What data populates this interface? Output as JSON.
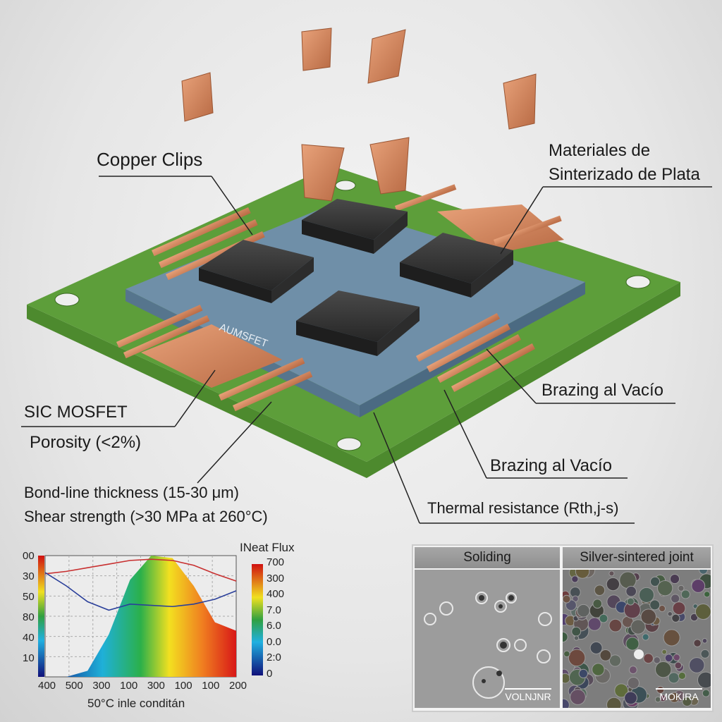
{
  "labels": {
    "copper_clips": "Copper Clips",
    "silver_sinter_line1": "Materiales de",
    "silver_sinter_line2": "Sinterizado de Plata",
    "brazing_1": "Brazing al Vacío",
    "brazing_2": "Brazing al Vacío",
    "sic_mosfet": "SIC MOSFET",
    "porosity": "Porosity (<2%)",
    "bond_line": "Bond-line thickness (15-30 μm)",
    "shear": "Shear strength (>30 MPa at 260°C)",
    "thermal_resistance": "Thermal resistance (Rth,j-s)",
    "chip_marking": "AUMSFET"
  },
  "chart_data": {
    "type": "area",
    "title": "INeat Flux",
    "xlabel": "50°C inle conditán",
    "ylabel": "",
    "x_tick_labels": [
      "400",
      "500",
      "300",
      "100",
      "300",
      "100",
      "100",
      "200"
    ],
    "y_tick_labels": [
      "00",
      "30",
      "50",
      "80",
      "40",
      "10"
    ],
    "colorbar_tick_labels": [
      "700",
      "300",
      "400",
      "7.0",
      "6.0",
      "0.0",
      "2:0",
      "0"
    ],
    "series": [
      {
        "name": "heat-flux-area",
        "color": "gradient",
        "values": [
          0,
          0,
          0.05,
          0.35,
          0.8,
          1.0,
          0.98,
          0.75,
          0.45,
          0.38
        ]
      },
      {
        "name": "red-line",
        "color": "#c83030",
        "values": [
          0.85,
          0.87,
          0.9,
          0.93,
          0.96,
          0.97,
          0.96,
          0.92,
          0.85,
          0.79
        ]
      },
      {
        "name": "blue-line",
        "color": "#2a3f9a",
        "values": [
          0.86,
          0.75,
          0.62,
          0.55,
          0.6,
          0.59,
          0.58,
          0.6,
          0.64,
          0.71
        ]
      }
    ]
  },
  "sem_panels": [
    {
      "title": "Soliding",
      "scale_label": "VOLNJNR"
    },
    {
      "title": "Silver-sintered joint",
      "scale_label": "MOKIRA"
    }
  ]
}
